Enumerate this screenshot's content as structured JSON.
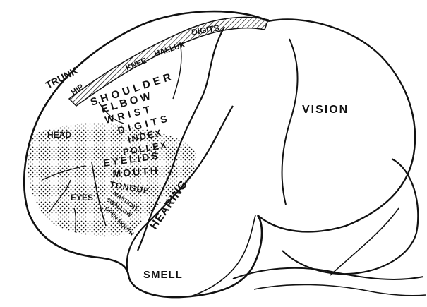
{
  "diagram": {
    "regions": {
      "trunk": "TRUNK",
      "hip": "HIP",
      "knee": "KNEE",
      "hallux": "HALLUX",
      "digits_leg": "DIGITS",
      "shoulder": "SHOULDER",
      "elbow": "ELBOW",
      "wrist": "WRIST",
      "digits_arm": "DIGITS",
      "index": "INDEX",
      "pollex": "POLLEX",
      "head": "HEAD",
      "eyelids": "EYELIDS",
      "mouth": "MOUTH",
      "tongue": "TONGUE",
      "mastication": "MASTICAT.",
      "swallow": "SWALLOW",
      "eyes": "EYES",
      "open_mouth": "OPEN MOUTH",
      "vision": "VISION",
      "hearing": "HEARING",
      "smell": "SMELL"
    },
    "colors": {
      "ink": "#111111",
      "paper": "#ffffff"
    }
  }
}
